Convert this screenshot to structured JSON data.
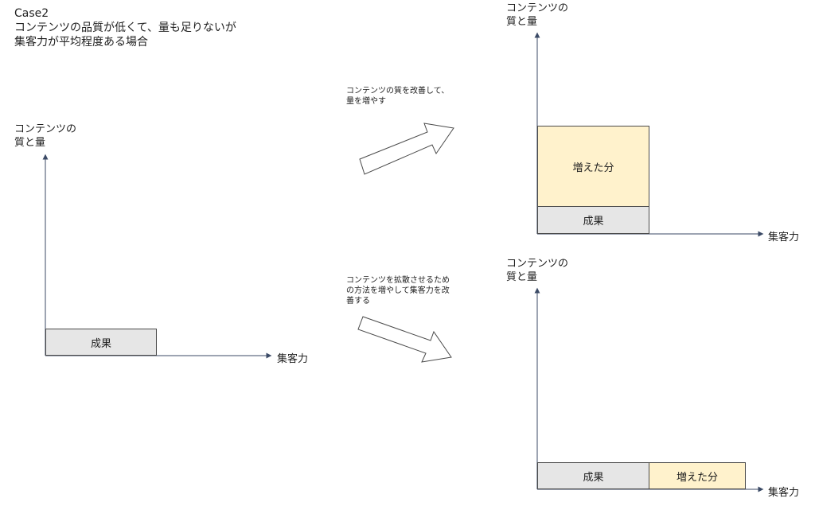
{
  "title": {
    "line1": "Case2",
    "line2": "コンテンツの品質が低くて、量も足りないが",
    "line3": "集客力が平均程度ある場合"
  },
  "axis": {
    "y_label_1": "コンテンツの",
    "y_label_2": "質と量",
    "x_label": "集客力"
  },
  "boxes": {
    "result": "成果",
    "increase": "増えた分"
  },
  "arrows": {
    "top_text_1": "コンテンツの質を改善して、",
    "top_text_2": "量を増やす",
    "bottom_text_1": "コンテンツを拡散させるため",
    "bottom_text_2": "の方法を増やして集客力を改",
    "bottom_text_3": "善する"
  },
  "colors": {
    "result_fill": "#e6e6e6",
    "increase_fill": "#fff2cc",
    "axis": "#3b4a66"
  }
}
